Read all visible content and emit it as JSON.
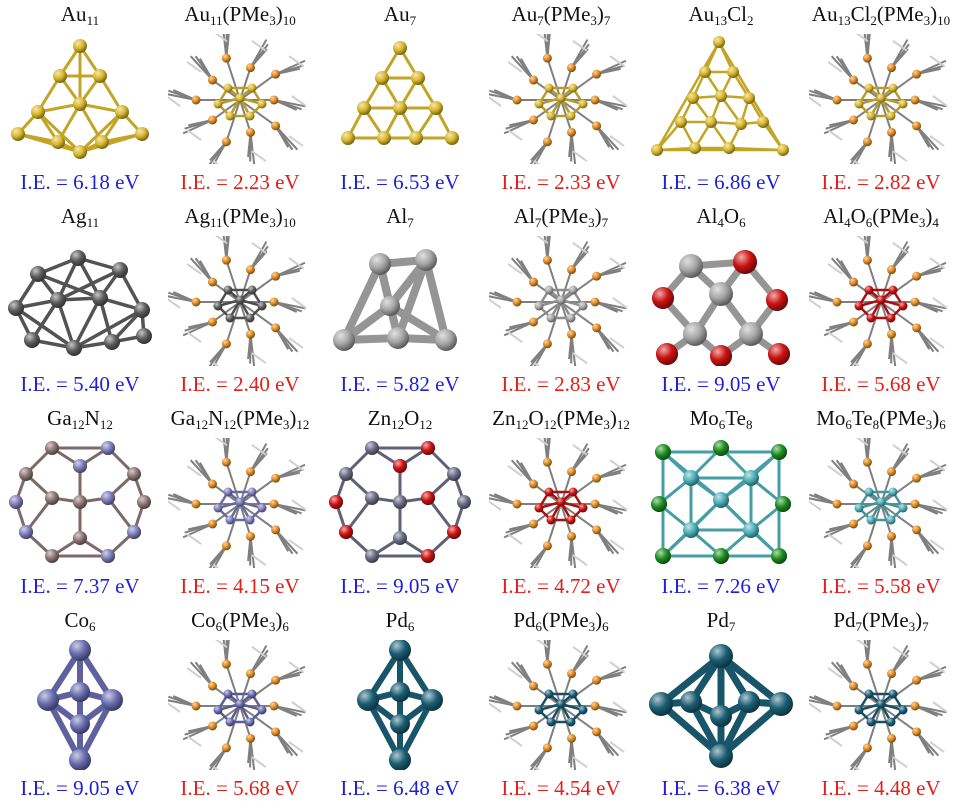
{
  "colors": {
    "bare_ie": "#1f1fd6",
    "ligated_ie": "#e0201a",
    "gold": "#d9b72a",
    "gold_bond": "#c9a61c",
    "silver_dark": "#5c5c5c",
    "aluminum": "#a6a6a6",
    "oxygen": "#cc1111",
    "phosphorus": "#e08a1e",
    "carbon_frame": "#7f7f7f",
    "hydrogen": "#d8d8d8",
    "gallium": "#8c7474",
    "nitrogen": "#7d7dbc",
    "zinc": "#6b6b85",
    "molybdenum": "#4bb0b8",
    "tellurium": "#1e8c1e",
    "cobalt": "#6a6cb0",
    "palladium": "#1b5e74",
    "chlorine": "#3ccf3c"
  },
  "clusters": [
    {
      "formula": [
        [
          "Au",
          ""
        ],
        [
          "11",
          "sub"
        ]
      ],
      "ie": "I.E. = 6.18 eV",
      "kind": "bare",
      "metal": "gold",
      "shape": "au11"
    },
    {
      "formula": [
        [
          "Au",
          ""
        ],
        [
          "11",
          "sub"
        ],
        [
          "(PMe",
          ""
        ],
        [
          "3",
          "sub"
        ],
        [
          ")",
          ""
        ],
        [
          "10",
          "sub"
        ]
      ],
      "ie": "I.E. = 2.23 eV",
      "kind": "ligated",
      "metal": "gold",
      "shape": "lig"
    },
    {
      "formula": [
        [
          "Au",
          ""
        ],
        [
          "7",
          "sub"
        ]
      ],
      "ie": "I.E. = 6.53 eV",
      "kind": "bare",
      "metal": "gold",
      "shape": "au7"
    },
    {
      "formula": [
        [
          "Au",
          ""
        ],
        [
          "7",
          "sub"
        ],
        [
          "(PMe",
          ""
        ],
        [
          "3",
          "sub"
        ],
        [
          ")",
          ""
        ],
        [
          "7",
          "sub"
        ]
      ],
      "ie": "I.E. = 2.33 eV",
      "kind": "ligated",
      "metal": "gold",
      "shape": "lig"
    },
    {
      "formula": [
        [
          "Au",
          ""
        ],
        [
          "13",
          "sub"
        ],
        [
          "Cl",
          ""
        ],
        [
          "2",
          "sub"
        ]
      ],
      "ie": "I.E. = 6.86 eV",
      "kind": "bare",
      "metal": "gold",
      "shape": "au13"
    },
    {
      "formula": [
        [
          "Au",
          ""
        ],
        [
          "13",
          "sub"
        ],
        [
          "Cl",
          ""
        ],
        [
          "2",
          "sub"
        ],
        [
          "(PMe",
          ""
        ],
        [
          "3",
          "sub"
        ],
        [
          ")",
          ""
        ],
        [
          "10",
          "sub"
        ]
      ],
      "ie": "I.E. = 2.82 eV",
      "kind": "ligated",
      "metal": "gold",
      "shape": "lig"
    },
    {
      "formula": [
        [
          "Ag",
          ""
        ],
        [
          "11",
          "sub"
        ]
      ],
      "ie": "I.E. = 5.40 eV",
      "kind": "bare",
      "metal": "silver_dark",
      "shape": "ag11"
    },
    {
      "formula": [
        [
          "Ag",
          ""
        ],
        [
          "11",
          "sub"
        ],
        [
          "(PMe",
          ""
        ],
        [
          "3",
          "sub"
        ],
        [
          ")",
          ""
        ],
        [
          "10",
          "sub"
        ]
      ],
      "ie": "I.E. = 2.40 eV",
      "kind": "ligated",
      "metal": "silver_dark",
      "shape": "lig"
    },
    {
      "formula": [
        [
          "Al",
          ""
        ],
        [
          "7",
          "sub"
        ]
      ],
      "ie": "I.E. = 5.82 eV",
      "kind": "bare",
      "metal": "aluminum",
      "shape": "al7"
    },
    {
      "formula": [
        [
          "Al",
          ""
        ],
        [
          "7",
          "sub"
        ],
        [
          "(PMe",
          ""
        ],
        [
          "3",
          "sub"
        ],
        [
          ")",
          ""
        ],
        [
          "7",
          "sub"
        ]
      ],
      "ie": "I.E. = 2.83 eV",
      "kind": "ligated",
      "metal": "aluminum",
      "shape": "lig"
    },
    {
      "formula": [
        [
          "Al",
          ""
        ],
        [
          "4",
          "sub"
        ],
        [
          "O",
          ""
        ],
        [
          "6",
          "sub"
        ]
      ],
      "ie": "I.E. = 9.05 eV",
      "kind": "bare",
      "metal": "aluminum",
      "shape": "al4o6"
    },
    {
      "formula": [
        [
          "Al",
          ""
        ],
        [
          "4",
          "sub"
        ],
        [
          "O",
          ""
        ],
        [
          "6",
          "sub"
        ],
        [
          "(PMe",
          ""
        ],
        [
          "3",
          "sub"
        ],
        [
          ")",
          ""
        ],
        [
          "4",
          "sub"
        ]
      ],
      "ie": "I.E. = 5.68 eV",
      "kind": "ligated",
      "metal": "oxygen",
      "shape": "lig"
    },
    {
      "formula": [
        [
          "Ga",
          ""
        ],
        [
          "12",
          "sub"
        ],
        [
          "N",
          ""
        ],
        [
          "12",
          "sub"
        ]
      ],
      "ie": "I.E. = 7.37 eV",
      "kind": "bare",
      "metal": "gallium",
      "shape": "cage"
    },
    {
      "formula": [
        [
          "Ga",
          ""
        ],
        [
          "12",
          "sub"
        ],
        [
          "N",
          ""
        ],
        [
          "12",
          "sub"
        ],
        [
          "(PMe",
          ""
        ],
        [
          "3",
          "sub"
        ],
        [
          ")",
          ""
        ],
        [
          "12",
          "sub"
        ]
      ],
      "ie": "I.E. = 4.15 eV",
      "kind": "ligated",
      "metal": "nitrogen",
      "shape": "lig"
    },
    {
      "formula": [
        [
          "Zn",
          ""
        ],
        [
          "12",
          "sub"
        ],
        [
          "O",
          ""
        ],
        [
          "12",
          "sub"
        ]
      ],
      "ie": "I.E. = 9.05 eV",
      "kind": "bare",
      "metal": "zinc",
      "shape": "cage2"
    },
    {
      "formula": [
        [
          "Zn",
          ""
        ],
        [
          "12",
          "sub"
        ],
        [
          "O",
          ""
        ],
        [
          "12",
          "sub"
        ],
        [
          "(PMe",
          ""
        ],
        [
          "3",
          "sub"
        ],
        [
          ")",
          ""
        ],
        [
          "12",
          "sub"
        ]
      ],
      "ie": "I.E. = 4.72 eV",
      "kind": "ligated",
      "metal": "oxygen",
      "shape": "lig"
    },
    {
      "formula": [
        [
          "Mo",
          ""
        ],
        [
          "6",
          "sub"
        ],
        [
          "Te",
          ""
        ],
        [
          "8",
          "sub"
        ]
      ],
      "ie": "I.E. = 7.26 eV",
      "kind": "bare",
      "metal": "molybdenum",
      "shape": "mo6"
    },
    {
      "formula": [
        [
          "Mo",
          ""
        ],
        [
          "6",
          "sub"
        ],
        [
          "Te",
          ""
        ],
        [
          "8",
          "sub"
        ],
        [
          "(PMe",
          ""
        ],
        [
          "3",
          "sub"
        ],
        [
          ")",
          ""
        ],
        [
          "6",
          "sub"
        ]
      ],
      "ie": "I.E. = 5.58 eV",
      "kind": "ligated",
      "metal": "molybdenum",
      "shape": "lig"
    },
    {
      "formula": [
        [
          "Co",
          ""
        ],
        [
          "6",
          "sub"
        ]
      ],
      "ie": "I.E. = 9.05 eV",
      "kind": "bare",
      "metal": "cobalt",
      "shape": "oct"
    },
    {
      "formula": [
        [
          "Co",
          ""
        ],
        [
          "6",
          "sub"
        ],
        [
          "(PMe",
          ""
        ],
        [
          "3",
          "sub"
        ],
        [
          ")",
          ""
        ],
        [
          "6",
          "sub"
        ]
      ],
      "ie": "I.E. = 5.68 eV",
      "kind": "ligated",
      "metal": "cobalt",
      "shape": "lig"
    },
    {
      "formula": [
        [
          "Pd",
          ""
        ],
        [
          "6",
          "sub"
        ]
      ],
      "ie": "I.E. = 6.48 eV",
      "kind": "bare",
      "metal": "palladium",
      "shape": "oct"
    },
    {
      "formula": [
        [
          "Pd",
          ""
        ],
        [
          "6",
          "sub"
        ],
        [
          "(PMe",
          ""
        ],
        [
          "3",
          "sub"
        ],
        [
          ")",
          ""
        ],
        [
          "6",
          "sub"
        ]
      ],
      "ie": "I.E. = 4.54 eV",
      "kind": "ligated",
      "metal": "palladium",
      "shape": "lig"
    },
    {
      "formula": [
        [
          "Pd",
          ""
        ],
        [
          "7",
          "sub"
        ]
      ],
      "ie": "I.E. = 6.38 eV",
      "kind": "bare",
      "metal": "palladium",
      "shape": "pbp"
    },
    {
      "formula": [
        [
          "Pd",
          ""
        ],
        [
          "7",
          "sub"
        ],
        [
          "(PMe",
          ""
        ],
        [
          "3",
          "sub"
        ],
        [
          ")",
          ""
        ],
        [
          "7",
          "sub"
        ]
      ],
      "ie": "I.E. = 4.48 eV",
      "kind": "ligated",
      "metal": "palladium",
      "shape": "lig"
    }
  ]
}
